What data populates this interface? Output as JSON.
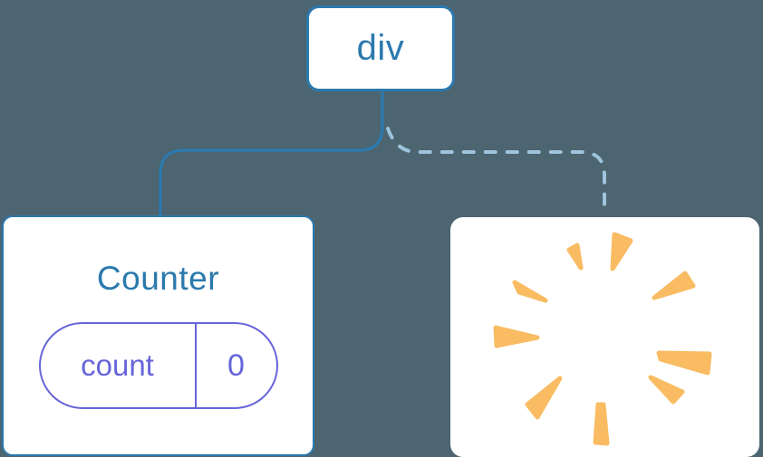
{
  "colors": {
    "bg": "#4c6570",
    "card": "#ffffff",
    "blue": "#2b79ae",
    "dash": "#9fc4de",
    "purple": "#6765d9",
    "poof": "#f9bc62"
  },
  "tree": {
    "root_label": "div",
    "edges": {
      "kept_edge_style": "solid",
      "removed_edge_style": "dashed"
    }
  },
  "counter_card": {
    "title": "Counter",
    "state_key": "count",
    "state_value": "0"
  },
  "removed_card": {
    "icon": "poof-explosion-icon"
  }
}
